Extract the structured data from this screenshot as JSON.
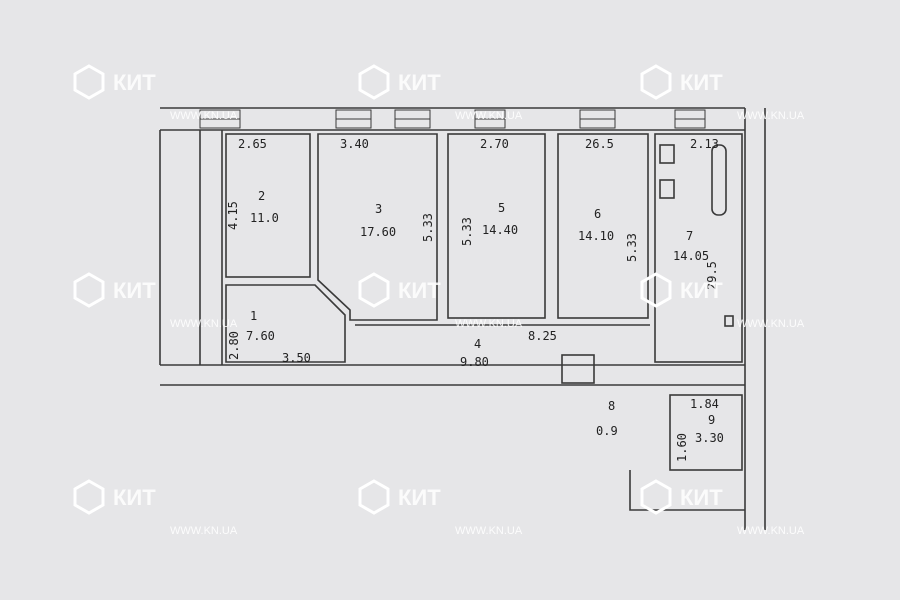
{
  "watermark": {
    "brand": "КИТ",
    "url": "WWW.KN.UA"
  },
  "widths": [
    "2.65",
    "3.40",
    "2.70",
    "26.5",
    "2.13"
  ],
  "rooms": [
    {
      "num": "1",
      "area": "7.60",
      "dims": [
        "2.80",
        "3.50"
      ]
    },
    {
      "num": "2",
      "area": "11.0",
      "dims": [
        "4.15"
      ]
    },
    {
      "num": "3",
      "area": "17.60",
      "dims": [
        "5.33"
      ]
    },
    {
      "num": "4",
      "area": "9.80",
      "dims": [
        "8.25"
      ]
    },
    {
      "num": "5",
      "area": "14.40",
      "dims": [
        "5.33"
      ]
    },
    {
      "num": "6",
      "area": "14.10",
      "dims": [
        "5.33"
      ]
    },
    {
      "num": "7",
      "area": "14.05",
      "dims": [
        "29.5"
      ]
    },
    {
      "num": "8",
      "area": "0.9",
      "dims": []
    },
    {
      "num": "9",
      "area": "3.30",
      "dims": [
        "1.84",
        "1.60"
      ]
    }
  ]
}
